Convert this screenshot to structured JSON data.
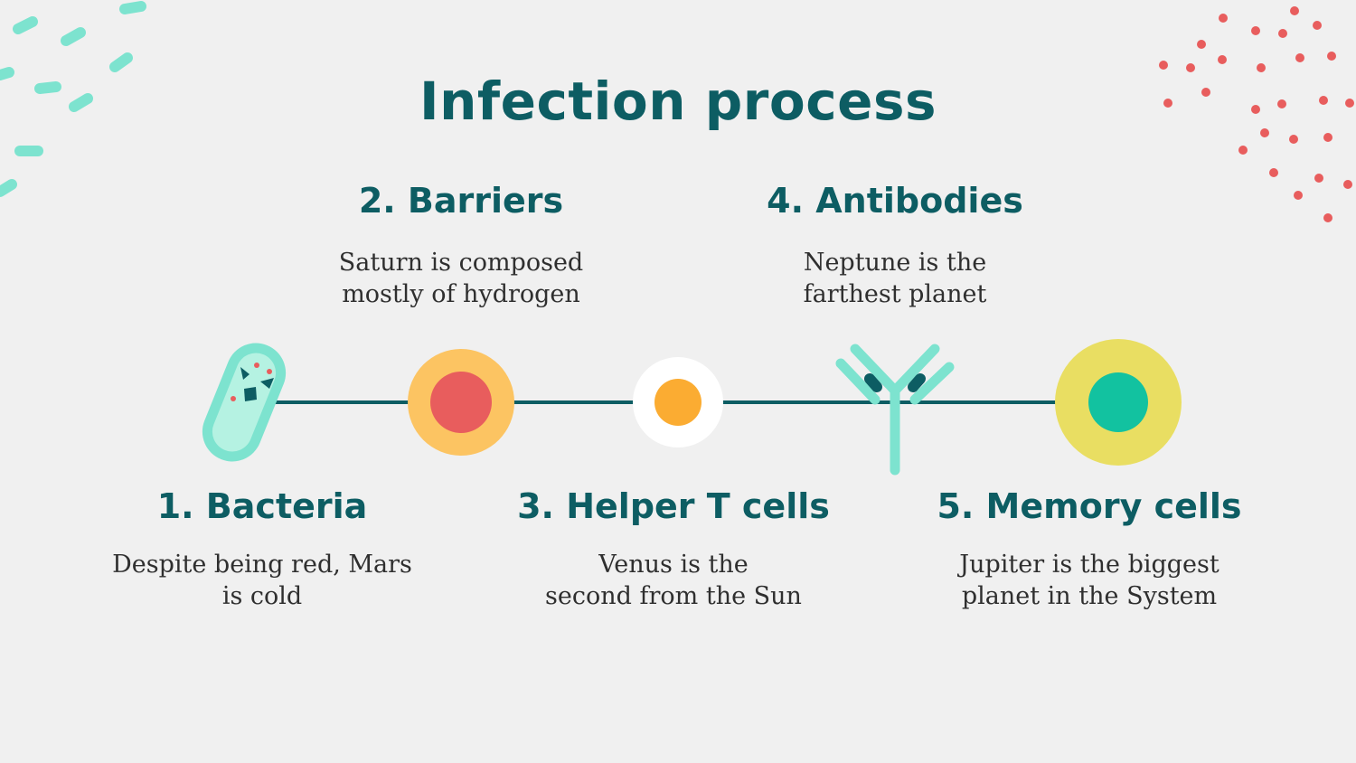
{
  "title": "Infection process",
  "steps": [
    {
      "title": "1. Bacteria",
      "line1": "Despite being red, Mars",
      "line2": "is cold",
      "icon": "bacteria-icon"
    },
    {
      "title": "2. Barriers",
      "line1": "Saturn is composed",
      "line2": "mostly of hydrogen",
      "icon": "barrier-cell-icon"
    },
    {
      "title": "3. Helper T cells",
      "line1": "Venus is the",
      "line2": "second from the Sun",
      "icon": "helper-t-cell-icon"
    },
    {
      "title": "4. Antibodies",
      "line1": "Neptune is the",
      "line2": "farthest planet",
      "icon": "antibody-icon"
    },
    {
      "title": "5. Memory cells",
      "line1": "Jupiter is the biggest",
      "line2": "planet in the System",
      "icon": "memory-cell-icon"
    }
  ],
  "colors": {
    "background": "#f0f0f0",
    "title": "#0d5d63",
    "timeline": "#0d5d63",
    "mint": "#7de3cf",
    "coral": "#e85d5d",
    "orange": "#fcc462",
    "amber": "#fbac32",
    "yellow": "#e9de62",
    "teal": "#12c2a0"
  }
}
